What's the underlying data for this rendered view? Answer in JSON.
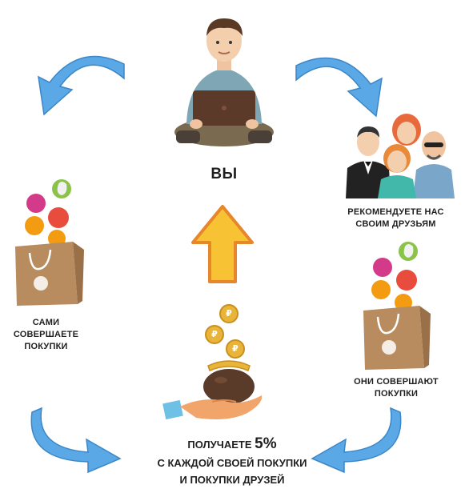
{
  "center": {
    "label": "ВЫ"
  },
  "steps": {
    "recommend": {
      "line1": "РЕКОМЕНДУЕТЕ НАС",
      "line2": "СВОИМ ДРУЗЬЯМ"
    },
    "friends_buy": {
      "line1": "ОНИ СОВЕРШАЮТ",
      "line2": "ПОКУПКИ"
    },
    "you_buy": {
      "line1": "САМИ",
      "line2": "СОВЕРШАЕТЕ",
      "line3": "ПОКУПКИ"
    }
  },
  "reward": {
    "line1_prefix": "ПОЛУЧАЕТЕ",
    "percent": "5%",
    "line2": "С КАЖДОЙ СВОЕЙ ПОКУПКИ",
    "line3": "И ПОКУПКИ ДРУЗЕЙ"
  },
  "coin_symbol": "₽",
  "colors": {
    "arrow_blue": "#5aa9e6",
    "arrow_up_fill": "#f7c234",
    "arrow_up_stroke": "#e7862a",
    "bag": "#b98c5f",
    "coin": "#e8b43a"
  },
  "icons": [
    "person-laptop-icon",
    "friends-group-icon",
    "shopping-bag-icon",
    "coin-purse-icon",
    "hand-icon",
    "curved-arrow-icon",
    "up-arrow-icon"
  ]
}
